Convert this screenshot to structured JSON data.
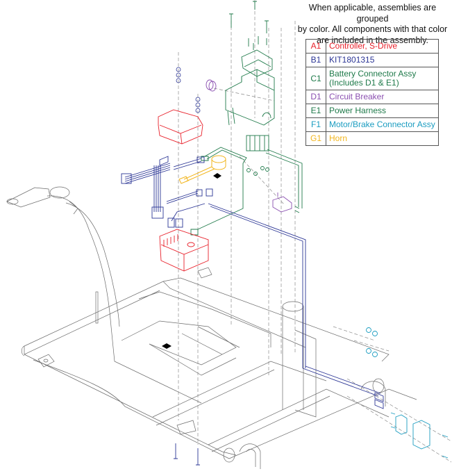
{
  "note": {
    "line1": "When applicable, assemblies are grouped",
    "line2": "by color. All components with that color",
    "line3": "are included in the assembly."
  },
  "legend": [
    {
      "code": "A1",
      "label": "Controller, S-Drive",
      "color": "#e8202a"
    },
    {
      "code": "B1",
      "label": "KIT1801315",
      "color": "#2b3595"
    },
    {
      "code": "C1",
      "label": "Battery Connector Assy",
      "label2": "(Includes D1 & E1)",
      "color": "#1f7a4a"
    },
    {
      "code": "D1",
      "label": "Circuit Breaker",
      "color": "#8a4fb0"
    },
    {
      "code": "E1",
      "label": "Power Harness",
      "color": "#1f7a4a"
    },
    {
      "code": "F1",
      "label": "Motor/Brake Connector Assy",
      "color": "#1a9cc0"
    },
    {
      "code": "G1",
      "label": "Horn",
      "color": "#f2b51c"
    }
  ],
  "colors": {
    "frame": "#6b6b6b",
    "controller": "#e8202a",
    "kit": "#2b3595",
    "battery": "#1f7a4a",
    "breaker": "#8a4fb0",
    "motor_connector": "#1a9cc0",
    "horn": "#f2b51c"
  }
}
